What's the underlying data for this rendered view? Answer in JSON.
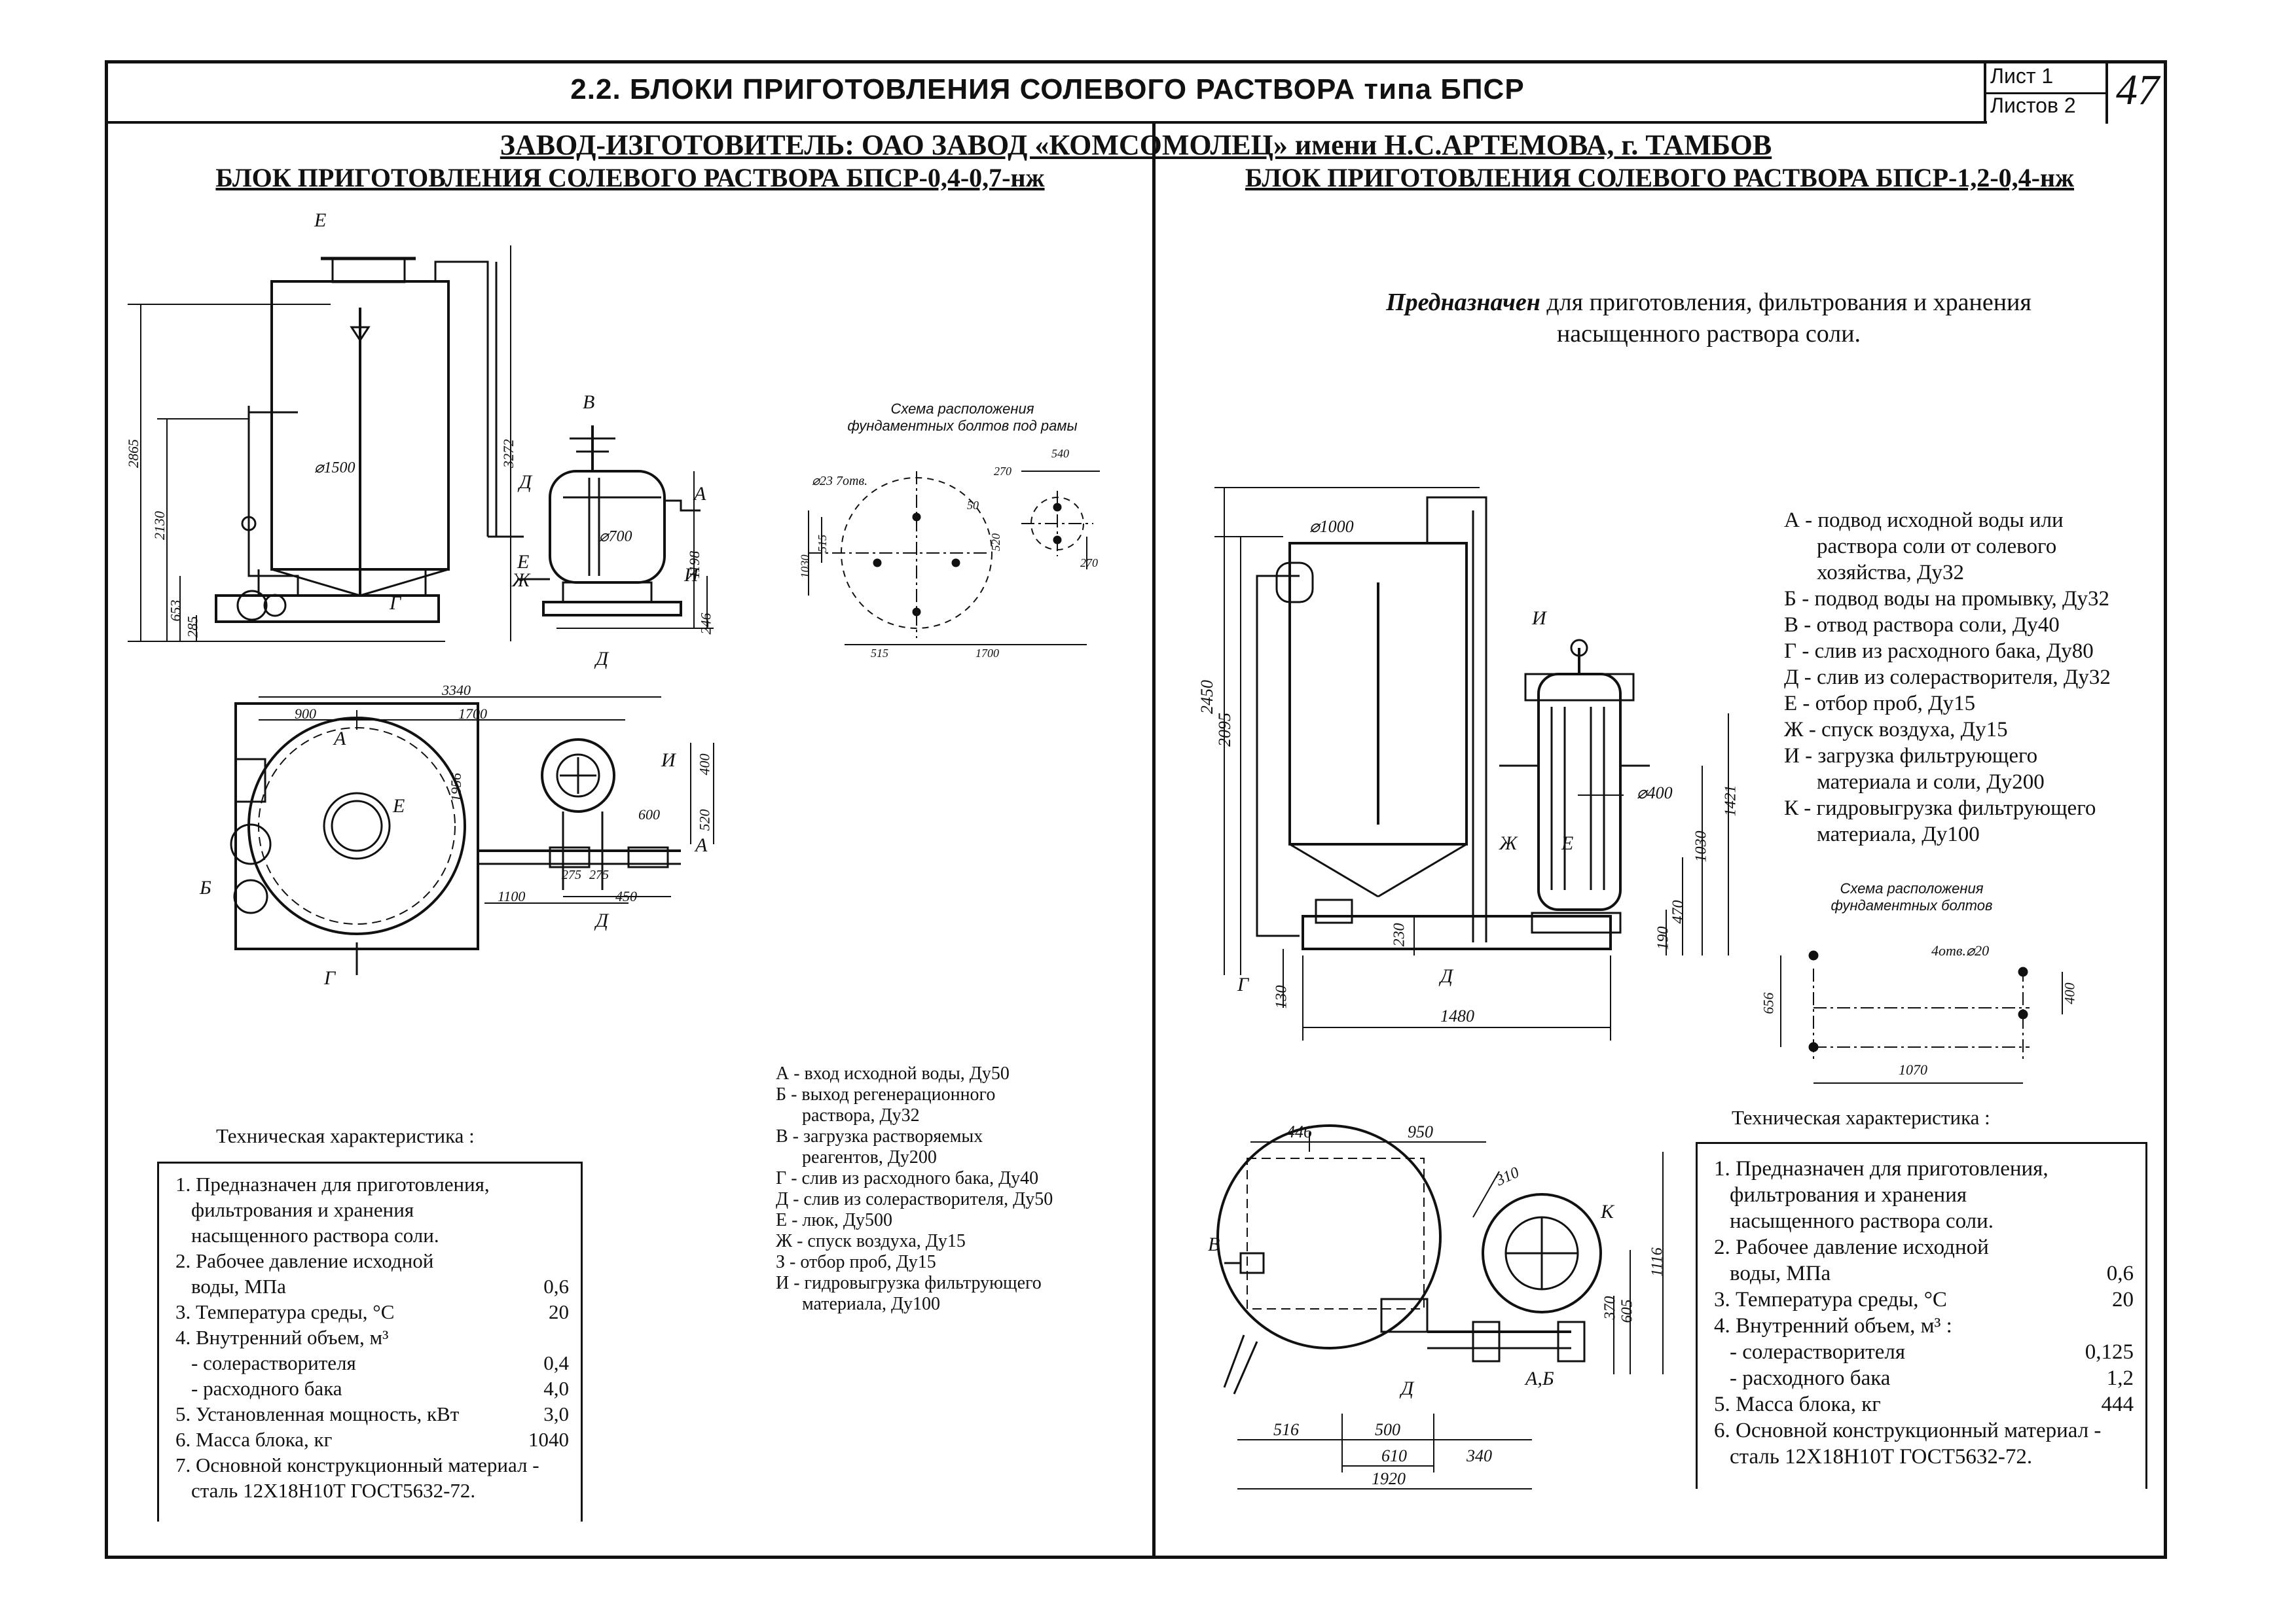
{
  "header": {
    "title": "2.2. БЛОКИ ПРИГОТОВЛЕНИЯ СОЛЕВОГО РАСТВОРА типа БПСР",
    "sheet_label": "Лист 1",
    "sheets_total": "Листов 2",
    "page_number": "47",
    "manufacturer": "ЗАВОД-ИЗГОТОВИТЕЛЬ: ОАО ЗАВОД «КОМСОМОЛЕЦ» имени Н.С.АРТЕМОВА, г. ТАМБОВ"
  },
  "left": {
    "title": "БЛОК ПРИГОТОВЛЕНИЯ СОЛЕВОГО РАСТВОРА БПСР-0,4-0,7-нж",
    "bolt_caption_line1": "Схема расположения",
    "bolt_caption_line2": "фундаментных болтов под рамы",
    "dimensions": {
      "d1500": "⌀1500",
      "d700": "⌀700",
      "h2865": "2865",
      "h2130": "2130",
      "h653": "653",
      "h285": "285",
      "h3272": "3272",
      "h1198": "1198",
      "h246": "246",
      "w3340": "3340",
      "w900": "900",
      "w1700": "1700",
      "w1956": "1956",
      "w400": "400",
      "w520": "520",
      "w600": "600",
      "w1100": "1100",
      "w275a": "275",
      "w275b": "275",
      "w450": "450",
      "bolts": "⌀23 7отв.",
      "b515v": "515",
      "b1030": "1030",
      "b50": "50",
      "b520": "520",
      "b270a": "270",
      "b540": "540",
      "b270b": "270",
      "b515h": "515",
      "b1700": "1700"
    },
    "letters": {
      "E": "Е",
      "V": "В",
      "D": "Д",
      "A": "А",
      "E2": "Е",
      "ZH": "Ж",
      "I": "И",
      "G": "Г",
      "D2": "Д",
      "A2": "А",
      "E3": "Е",
      "I2": "И",
      "B": "Б",
      "G2": "Г",
      "A3": "А",
      "D3": "Д"
    },
    "legend": [
      "А - вход исходной воды, Ду50",
      "Б - выход регенерационного",
      "раствора, Ду32",
      "В - загрузка растворяемых",
      "реагентов, Ду200",
      "Г - слив из расходного бака, Ду40",
      "Д - слив из солерастворителя, Ду50",
      "Е - люк, Ду500",
      "Ж - спуск воздуха, Ду15",
      "З - отбор проб, Ду15",
      "И - гидровыгрузка фильтрующего",
      "материала, Ду100"
    ],
    "tech_heading": "Техническая характеристика :",
    "tech": [
      {
        "label": "1. Предназначен для приготовления,",
        "value": ""
      },
      {
        "label": "фильтрования и хранения",
        "value": ""
      },
      {
        "label": "насыщенного раствора соли.",
        "value": ""
      },
      {
        "label": "2. Рабочее давление исходной",
        "value": ""
      },
      {
        "label": "воды, МПа",
        "value": "0,6"
      },
      {
        "label": "3. Температура среды, °С",
        "value": "20"
      },
      {
        "label": "4. Внутренний объем, м³",
        "value": ""
      },
      {
        "label": "- солерастворителя",
        "value": "0,4"
      },
      {
        "label": "- расходного бака",
        "value": "4,0"
      },
      {
        "label": "5. Установленная мощность, кВт",
        "value": "3,0"
      },
      {
        "label": "6. Масса блока, кг",
        "value": "1040"
      },
      {
        "label": "7. Основной конструкционный материал -",
        "value": ""
      },
      {
        "label": "сталь 12Х18Н10Т ГОСТ5632-72.",
        "value": ""
      }
    ]
  },
  "right": {
    "title": "БЛОК ПРИГОТОВЛЕНИЯ СОЛЕВОГО РАСТВОРА БПСР-1,2-0,4-нж",
    "purpose_bold": "Предназначен",
    "purpose_text1": "для приготовления, фильтрования и хранения",
    "purpose_text2": "насыщенного раствора соли.",
    "bolt_caption_line1": "Схема расположения",
    "bolt_caption_line2": "фундаментных болтов",
    "dimensions": {
      "d1000": "⌀1000",
      "d400": "⌀400",
      "h2450": "2450",
      "h2095": "2095",
      "h130": "130",
      "h230": "230",
      "h1421": "1421",
      "h1030": "1030",
      "h470": "470",
      "h190": "190",
      "w1480": "1480",
      "w446": "446",
      "w950": "950",
      "w310": "310",
      "h1116": "1116",
      "h605": "605",
      "h370": "370",
      "w516": "516",
      "w500": "500",
      "w610": "610",
      "w340": "340",
      "w1920": "1920",
      "bolts": "4отв.⌀20",
      "b656": "656",
      "b400": "400",
      "b1070": "1070"
    },
    "letters": {
      "I": "И",
      "ZH": "Ж",
      "E": "Е",
      "G": "Г",
      "D": "Д",
      "K": "К",
      "V": "В",
      "D2": "Д",
      "AB": "А,Б"
    },
    "legend": [
      "А - подвод исходной воды или",
      "раствора соли от солевого",
      "хозяйства, Ду32",
      "Б - подвод воды на промывку, Ду32",
      "В - отвод раствора соли, Ду40",
      "Г - слив из расходного бака, Ду80",
      "Д - слив из солерастворителя, Ду32",
      "Е - отбор проб, Ду15",
      "Ж - спуск воздуха, Ду15",
      "И - загрузка фильтрующего",
      "материала и соли, Ду200",
      "К - гидровыгрузка фильтрующего",
      "материала, Ду100"
    ],
    "tech_heading": "Техническая характеристика :",
    "tech": [
      {
        "label": "1. Предназначен для приготовления,",
        "value": ""
      },
      {
        "label": "фильтрования и хранения",
        "value": ""
      },
      {
        "label": "насыщенного раствора соли.",
        "value": ""
      },
      {
        "label": "2. Рабочее давление исходной",
        "value": ""
      },
      {
        "label": "воды, МПа",
        "value": "0,6"
      },
      {
        "label": "3. Температура среды, °С",
        "value": "20"
      },
      {
        "label": "4. Внутренний объем, м³ :",
        "value": ""
      },
      {
        "label": "- солерастворителя",
        "value": "0,125"
      },
      {
        "label": "- расходного бака",
        "value": "1,2"
      },
      {
        "label": "5. Масса блока, кг",
        "value": "444"
      },
      {
        "label": "6. Основной конструкционный материал -",
        "value": ""
      },
      {
        "label": "сталь 12Х18Н10Т ГОСТ5632-72.",
        "value": ""
      }
    ]
  }
}
